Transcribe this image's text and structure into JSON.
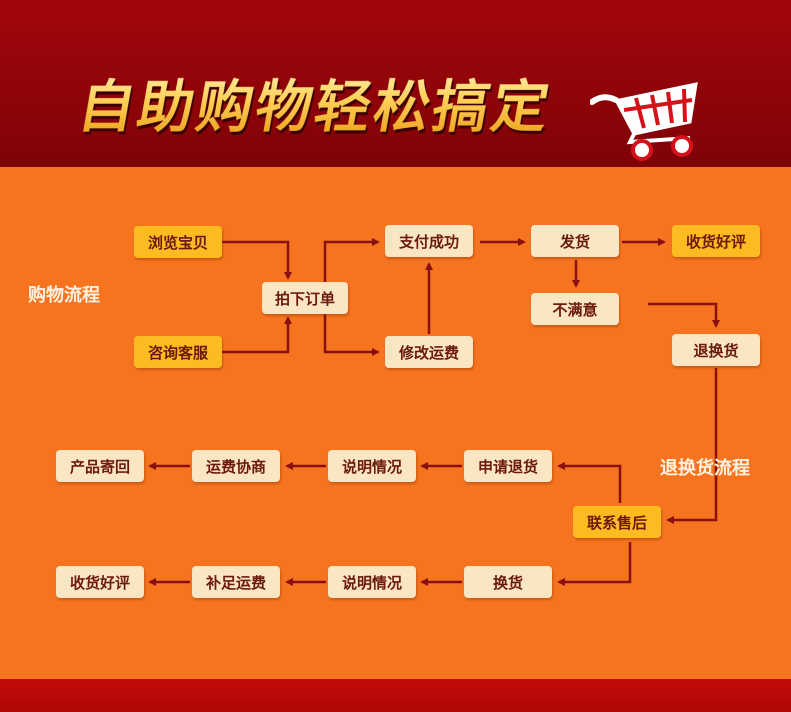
{
  "header": {
    "title": "自助购物轻松搞定"
  },
  "section_labels": {
    "shopping": "购物流程",
    "return": "退换货流程"
  },
  "nodes": {
    "browse": "浏览宝贝",
    "consult": "咨询客服",
    "order": "拍下订单",
    "pay": "支付成功",
    "modify_freight": "修改运费",
    "ship": "发货",
    "review": "收货好评",
    "unsatisfied": "不满意",
    "return_exchange": "退换货",
    "contact_service": "联系售后",
    "apply_return": "申请退货",
    "explain_1": "说明情况",
    "negotiate_freight": "运费协商",
    "send_back": "产品寄回",
    "exchange": "换货",
    "explain_2": "说明情况",
    "add_freight": "补足运费",
    "review_2": "收货好评"
  },
  "colors": {
    "header": "#8a0408",
    "body": "#f6741f",
    "footer": "#b00606",
    "arrow": "#8a1010",
    "box_cream": "#fbe6c4",
    "box_yellow": "#fdbb22"
  }
}
